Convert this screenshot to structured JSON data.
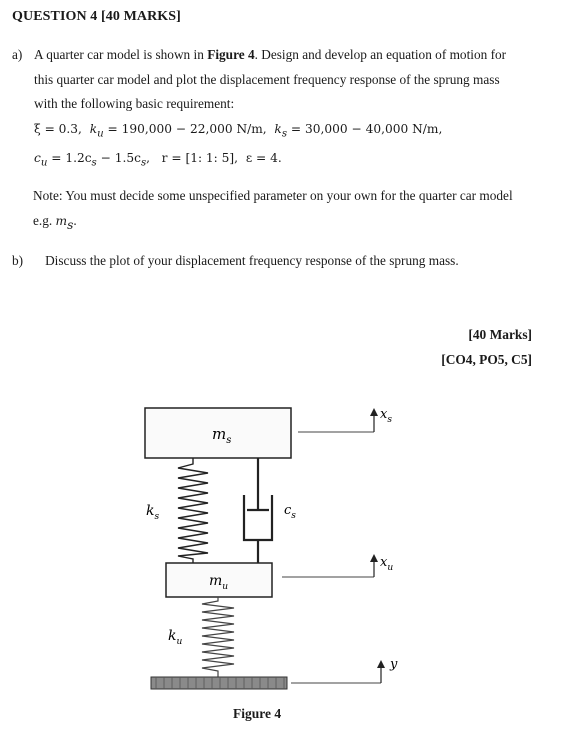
{
  "question": {
    "heading": "QUESTION 4 [40 MARKS]"
  },
  "part_a": {
    "label": "a)",
    "line1_pre": "A quarter car model is shown in ",
    "line1_bold": "Figure 4",
    "line1_post": ". Design and develop an equation of motion for",
    "line2": "this quarter car model and plot the displacement frequency response of the sprung mass",
    "line3": "with the following basic requirement:",
    "eq1_a": "ξ = 0.3,",
    "eq1_b": "k",
    "eq1_b_sub": "u",
    "eq1_c": " = 190,000 − 22,000 N/m,",
    "eq1_d": "k",
    "eq1_d_sub": "s",
    "eq1_e": " = 30,000 − 40,000 N/m,",
    "eq2_a": "c",
    "eq2_a_sub": "u",
    "eq2_b": " = 1.2c",
    "eq2_b_sub": "s",
    "eq2_c": " − 1.5c",
    "eq2_c_sub": "s",
    "eq2_d": ",",
    "eq2_e": "r = [1: 1: 5],",
    "eq2_f": "ε = 4.",
    "note_line1": "Note: You must decide some unspecified parameter on your own for the quarter car model",
    "note_line2_pre": "e.g. ",
    "note_line2_var": "m",
    "note_line2_sub": "s",
    "note_line2_post": "."
  },
  "part_b": {
    "label": "b)",
    "text": "Discuss the plot of your displacement frequency response of the sprung mass."
  },
  "marks": {
    "total": "[40 Marks]",
    "outcomes": "[CO4, PO5, C5]"
  },
  "figure": {
    "caption": "Figure 4",
    "sprung_mass": "m",
    "sprung_mass_sub": "s",
    "unsprung_mass": "m",
    "unsprung_mass_sub": "u",
    "spring_s": "k",
    "spring_s_sub": "s",
    "spring_u": "k",
    "spring_u_sub": "u",
    "damper": "c",
    "damper_sub": "s",
    "disp_s": "x",
    "disp_s_sub": "s",
    "disp_u": "x",
    "disp_u_sub": "u",
    "disp_road": "y"
  }
}
